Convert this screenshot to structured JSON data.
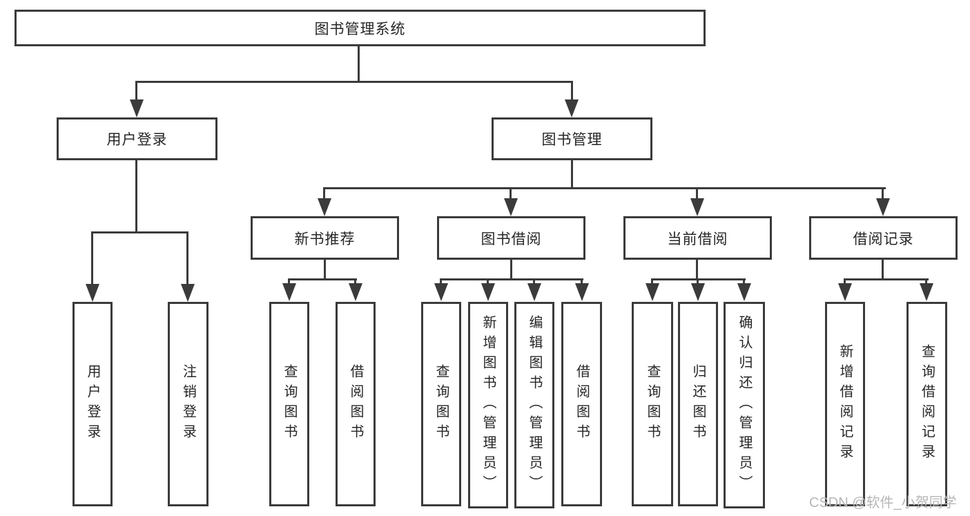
{
  "diagram": {
    "root": {
      "label": "图书管理系统"
    },
    "branches": [
      {
        "label": "用户登录",
        "children": [
          {
            "label": "用户登录"
          },
          {
            "label": "注销登录"
          }
        ]
      },
      {
        "label": "图书管理",
        "children": [
          {
            "label": "新书推荐",
            "children": [
              {
                "label": "查询图书"
              },
              {
                "label": "借阅图书"
              }
            ]
          },
          {
            "label": "图书借阅",
            "children": [
              {
                "label": "查询图书"
              },
              {
                "label": "新增图书（管理员）"
              },
              {
                "label": "编辑图书（管理员）"
              },
              {
                "label": "借阅图书"
              }
            ]
          },
          {
            "label": "当前借阅",
            "children": [
              {
                "label": "查询图书"
              },
              {
                "label": "归还图书"
              },
              {
                "label": "确认归还（管理员）"
              }
            ]
          },
          {
            "label": "借阅记录",
            "children": [
              {
                "label": "新增借阅记录"
              },
              {
                "label": "查询借阅记录"
              }
            ]
          }
        ]
      }
    ],
    "watermark": "CSDN @软件_小贺同学",
    "colors": {
      "line": "#3b3b3b",
      "text": "#262626",
      "watermark": "#b6b6b6",
      "background": "#ffffff"
    }
  }
}
